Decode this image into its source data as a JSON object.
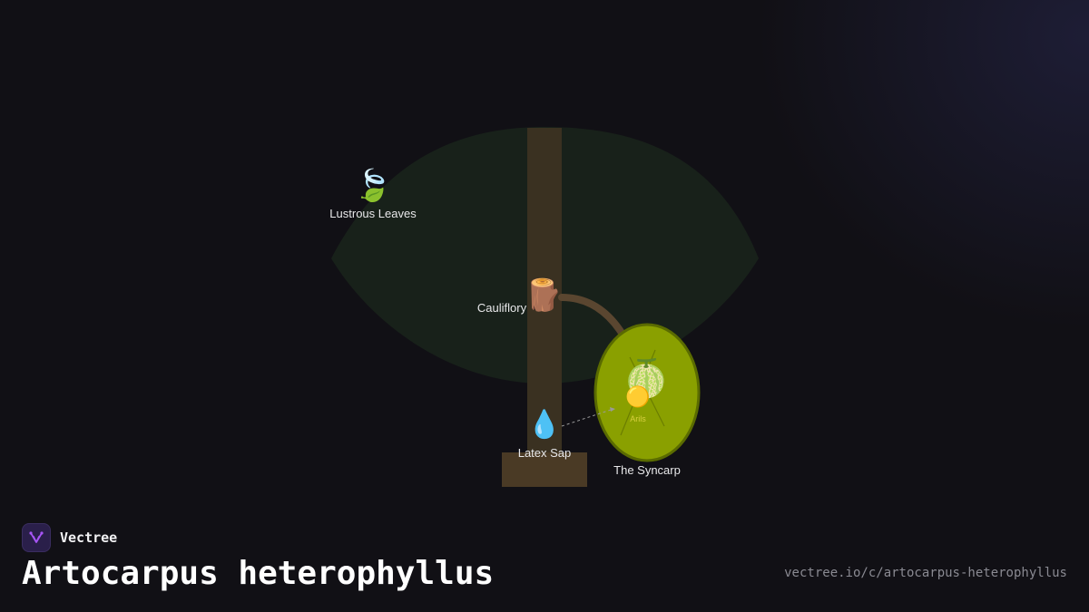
{
  "brand": {
    "name": "Vectree",
    "logo_icon": "vectree-tree-icon",
    "logo_color": "#a855f7"
  },
  "page": {
    "title": "Artocarpus heterophyllus",
    "url": "vectree.io/c/artocarpus-heterophyllus"
  },
  "diagram": {
    "nodes": {
      "leaves": {
        "label": "Lustrous Leaves",
        "icon": "leaf-fluttering-icon",
        "glyph": "🍃"
      },
      "cauliflory": {
        "label": "Cauliflory",
        "icon": "wood-log-icon",
        "glyph": "🪵"
      },
      "latex": {
        "label": "Latex Sap",
        "icon": "water-droplet-icon",
        "glyph": "💧"
      },
      "syncarp": {
        "label": "The Syncarp",
        "icon": "melon-icon",
        "glyph": "🍈"
      },
      "arils": {
        "label": "Arils",
        "icon": "yellow-circle-icon",
        "glyph": "🟡"
      }
    },
    "colors": {
      "canopy": "#18211a",
      "trunk": "#3a3121",
      "ground": "#4a3a25",
      "branch": "#5a4630",
      "fruit_fill": "#8aa000",
      "fruit_stroke": "#5a6b00",
      "aril_text": "#d8d040",
      "connector": "#9a9a9a"
    }
  }
}
